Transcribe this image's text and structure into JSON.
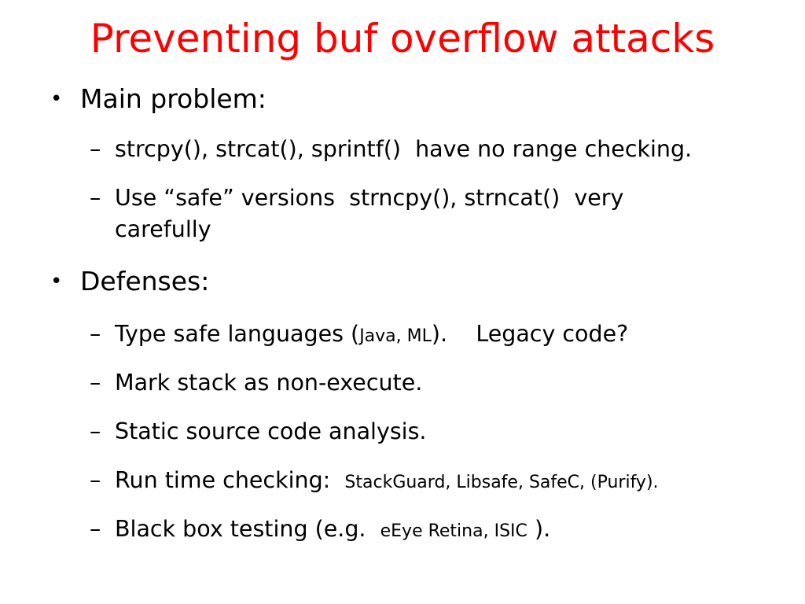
{
  "slide": {
    "title": "Preventing buf overflow attacks",
    "title_color": "#ff0000",
    "bullet_symbol": "•",
    "dash_symbol": "–",
    "bullets": [
      {
        "label": "Main problem:",
        "subitems": [
          {
            "part1": "strcpy(), strcat(), sprintf()",
            "part2": "have no range checking."
          },
          {
            "part1": "Use “safe” versions",
            "part2": "strncpy(), strncat()",
            "part3": "very",
            "part4": "carefully"
          }
        ]
      },
      {
        "label": "Defenses:",
        "subitems": [
          {
            "part1": "Type safe languages (",
            "part2": "Java, ML",
            "part3": ").",
            "part4": "Legacy code?"
          },
          {
            "part1": "Mark stack as non-execute."
          },
          {
            "part1": "Static source code analysis."
          },
          {
            "part1": "Run time checking:",
            "part2": "StackGuard, Libsafe, SafeC, (Purify)."
          },
          {
            "part1": "Black box testing  (e.g.",
            "part2": "eEye Retina, ISIC",
            "part3": ")."
          }
        ]
      }
    ]
  }
}
